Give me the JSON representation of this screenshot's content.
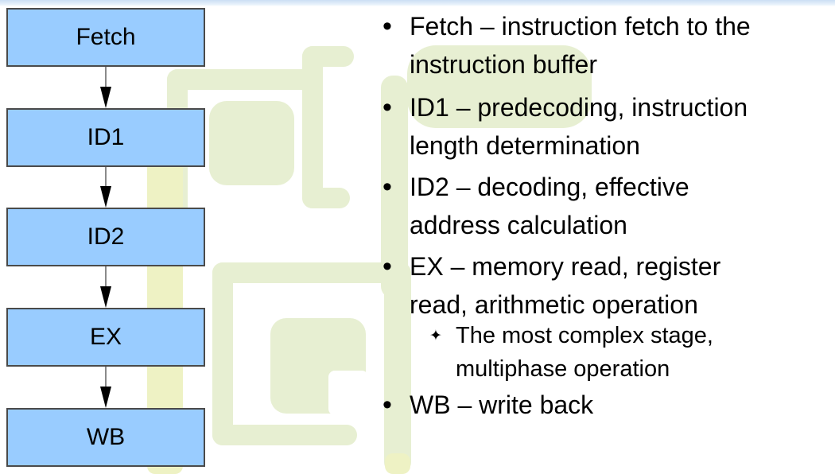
{
  "slide": {
    "background": "#ffffff",
    "top_strip_color": "#cbdff4"
  },
  "flowchart": {
    "box_fill": "#99ccff",
    "box_border": "#4a4a4a",
    "arrow_color": "#000000",
    "stages": [
      {
        "label": "Fetch"
      },
      {
        "label": "ID1"
      },
      {
        "label": "ID2"
      },
      {
        "label": "EX"
      },
      {
        "label": "WB"
      }
    ]
  },
  "icons": {
    "bullet_level1": "•",
    "bullet_level2": "✦"
  },
  "bullets": [
    {
      "level": 1,
      "lines": [
        "Fetch – instruction fetch to the",
        "instruction buffer"
      ]
    },
    {
      "level": 1,
      "lines": [
        "ID1 – predecoding, instruction",
        "length determination"
      ]
    },
    {
      "level": 1,
      "lines": [
        "ID2 – decoding, effective",
        "address calculation"
      ]
    },
    {
      "level": 1,
      "lines": [
        "EX – memory read, register",
        "read, arithmetic operation"
      ]
    },
    {
      "level": 2,
      "lines": [
        "The most complex stage,",
        "multiphase operation"
      ]
    },
    {
      "level": 1,
      "lines": [
        "WB – write back"
      ]
    }
  ],
  "watermark": {
    "green": "#e7efd2",
    "yellow": "#eef2c4"
  }
}
